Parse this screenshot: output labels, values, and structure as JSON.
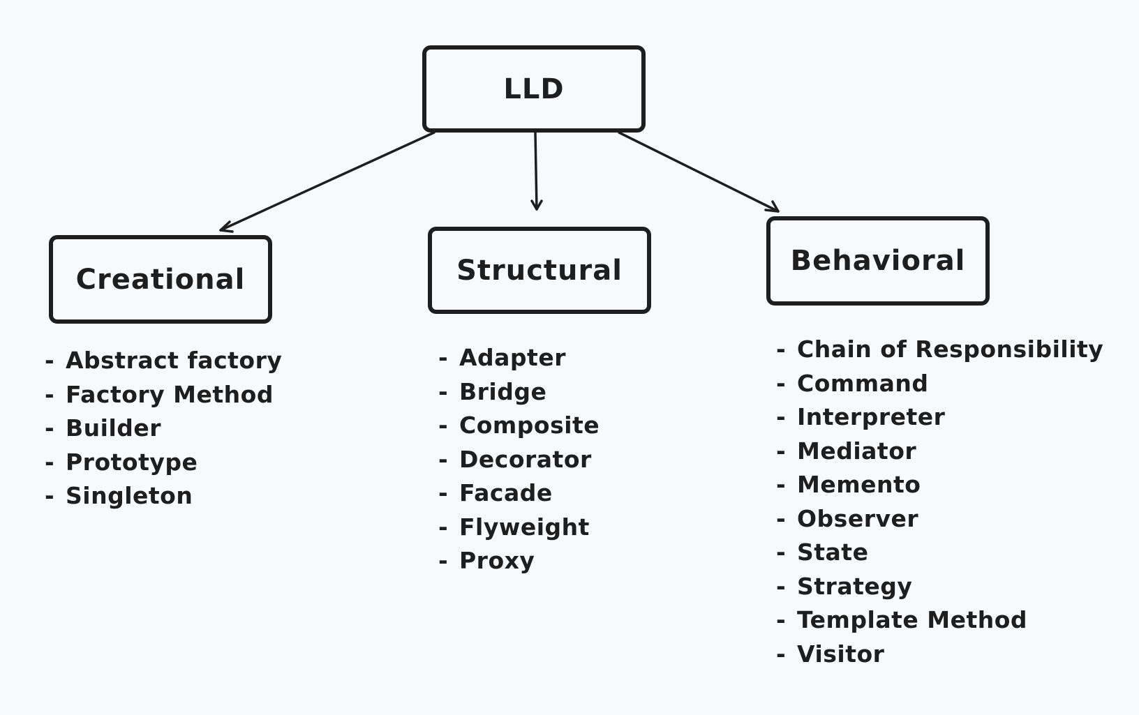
{
  "root": {
    "label": "LLD"
  },
  "categories": [
    {
      "id": "creational",
      "label": "Creational",
      "items": [
        "Abstract factory",
        "Factory Method",
        "Builder",
        "Prototype",
        "Singleton"
      ]
    },
    {
      "id": "structural",
      "label": "Structural",
      "items": [
        "Adapter",
        "Bridge",
        "Composite",
        "Decorator",
        "Facade",
        "Flyweight",
        "Proxy"
      ]
    },
    {
      "id": "behavioral",
      "label": "Behavioral",
      "items": [
        "Chain of Responsibility",
        "Command",
        "Interpreter",
        "Mediator",
        "Memento",
        "Observer",
        "State",
        "Strategy",
        "Template Method",
        "Visitor"
      ]
    }
  ],
  "list_bullet": "-",
  "colors": {
    "background": "#f8f9fa",
    "stroke": "#1e1e1e"
  }
}
